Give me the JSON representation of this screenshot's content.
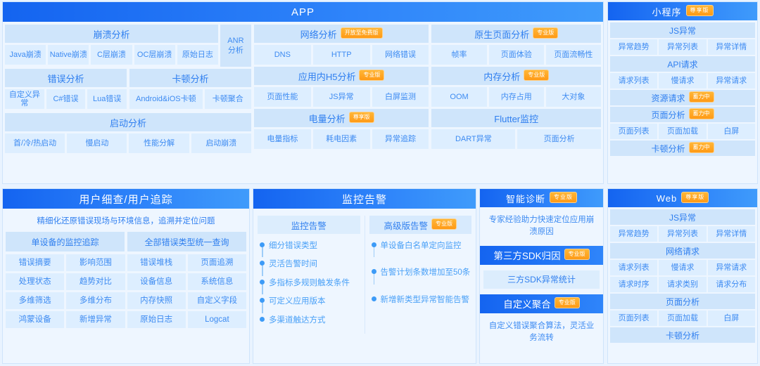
{
  "colors": {
    "brand": "#1464f0",
    "panel": "#eef6ff",
    "cell": "#ddeeff",
    "title": "#cfe5fb",
    "badge": "#ff9a16"
  },
  "app": {
    "title": "APP",
    "crash": {
      "title": "崩溃分析",
      "items": [
        "Java崩溃",
        "Native崩溃",
        "C层崩溃",
        "OC层崩溃",
        "原始日志"
      ],
      "anr": "ANR分析"
    },
    "error": {
      "title": "错误分析",
      "items": [
        "自定义异常",
        "C#错误",
        "Lua错误"
      ]
    },
    "lag": {
      "title": "卡顿分析",
      "items": [
        "Android&iOS卡顿",
        "卡顿聚合"
      ]
    },
    "launch": {
      "title": "启动分析",
      "items": [
        "首/冷/热启动",
        "慢启动",
        "性能分解",
        "启动崩溃"
      ]
    },
    "network": {
      "title": "网络分析",
      "badge": "开放至免费版",
      "items": [
        "DNS",
        "HTTP",
        "网络错误"
      ]
    },
    "h5": {
      "title": "应用内H5分析",
      "badge": "专业版",
      "items": [
        "页面性能",
        "JS异常",
        "白屏监测"
      ]
    },
    "battery": {
      "title": "电量分析",
      "badge": "尊享版",
      "items": [
        "电量指标",
        "耗电因素",
        "异常追踪"
      ]
    },
    "nativePage": {
      "title": "原生页面分析",
      "badge": "专业版",
      "items": [
        "帧率",
        "页面体验",
        "页面流畅性"
      ]
    },
    "memory": {
      "title": "内存分析",
      "badge": "专业版",
      "items": [
        "OOM",
        "内存占用",
        "大对象"
      ]
    },
    "flutter": {
      "title": "Flutter监控",
      "badge": "",
      "items": [
        "DART异常",
        "页面分析"
      ]
    }
  },
  "miniapp": {
    "title": "小程序",
    "badge": "尊享版",
    "groups": [
      {
        "title": "JS异常",
        "badge": "",
        "items": [
          "异常趋势",
          "异常列表",
          "异常详情"
        ]
      },
      {
        "title": "API请求",
        "badge": "",
        "items": [
          "请求列表",
          "慢请求",
          "异常请求"
        ]
      },
      {
        "title": "资源请求",
        "badge": "蓄力中",
        "items": []
      },
      {
        "title": "页面分析",
        "badge": "蓄力中",
        "items": [
          "页面列表",
          "页面加载",
          "白屏"
        ]
      },
      {
        "title": "卡顿分析",
        "badge": "蓄力中",
        "items": []
      }
    ]
  },
  "web": {
    "title": "Web",
    "badge": "尊享版",
    "groups": [
      {
        "title": "JS异常",
        "badge": "",
        "items": [
          "异常趋势",
          "异常列表",
          "异常详情"
        ]
      },
      {
        "title": "网络请求",
        "badge": "",
        "items": [
          "请求列表",
          "慢请求",
          "异常请求",
          "请求时序",
          "请求类别",
          "请求分布"
        ]
      },
      {
        "title": "页面分析",
        "badge": "",
        "items": [
          "页面列表",
          "页面加载",
          "白屏"
        ]
      },
      {
        "title": "卡顿分析",
        "badge": "",
        "items": []
      }
    ]
  },
  "user": {
    "title": "用户细查/用户追踪",
    "desc": "精细化还原错误现场与环境信息，追溯并定位问题",
    "top": [
      "单设备的监控追踪",
      "全部错误类型统一查询"
    ],
    "grid": [
      [
        "错误摘要",
        "影响范围",
        "错误堆栈",
        "页面追溯"
      ],
      [
        "处理状态",
        "趋势对比",
        "设备信息",
        "系统信息"
      ],
      [
        "多维筛选",
        "多维分布",
        "内存快照",
        "自定义字段"
      ],
      [
        "鸿蒙设备",
        "新增异常",
        "原始日志",
        "Logcat"
      ]
    ]
  },
  "monitor": {
    "title": "监控告警",
    "left": {
      "title": "监控告警",
      "badge": "",
      "items": [
        "细分错误类型",
        "灵活告警时间",
        "多指标多规则触发条件",
        "可定义应用版本",
        "多渠道触达方式"
      ]
    },
    "right": {
      "title": "高级版告警",
      "badge": "专业版",
      "items": [
        "单设备白名单定向监控",
        "告警计划条数增加至50条",
        "新增新类型异常智能告警"
      ]
    }
  },
  "diagnose": {
    "title": "智能诊断",
    "badge": "专业版",
    "desc": "专家经验助力快速定位应用崩溃原因",
    "sdk": {
      "title": "第三方SDK归因",
      "badge": "专业版",
      "sub": "三方SDK异常统计"
    },
    "custom": {
      "title": "自定义聚合",
      "badge": "专业版",
      "desc": "自定义错误聚合算法，灵活业务流转"
    }
  }
}
